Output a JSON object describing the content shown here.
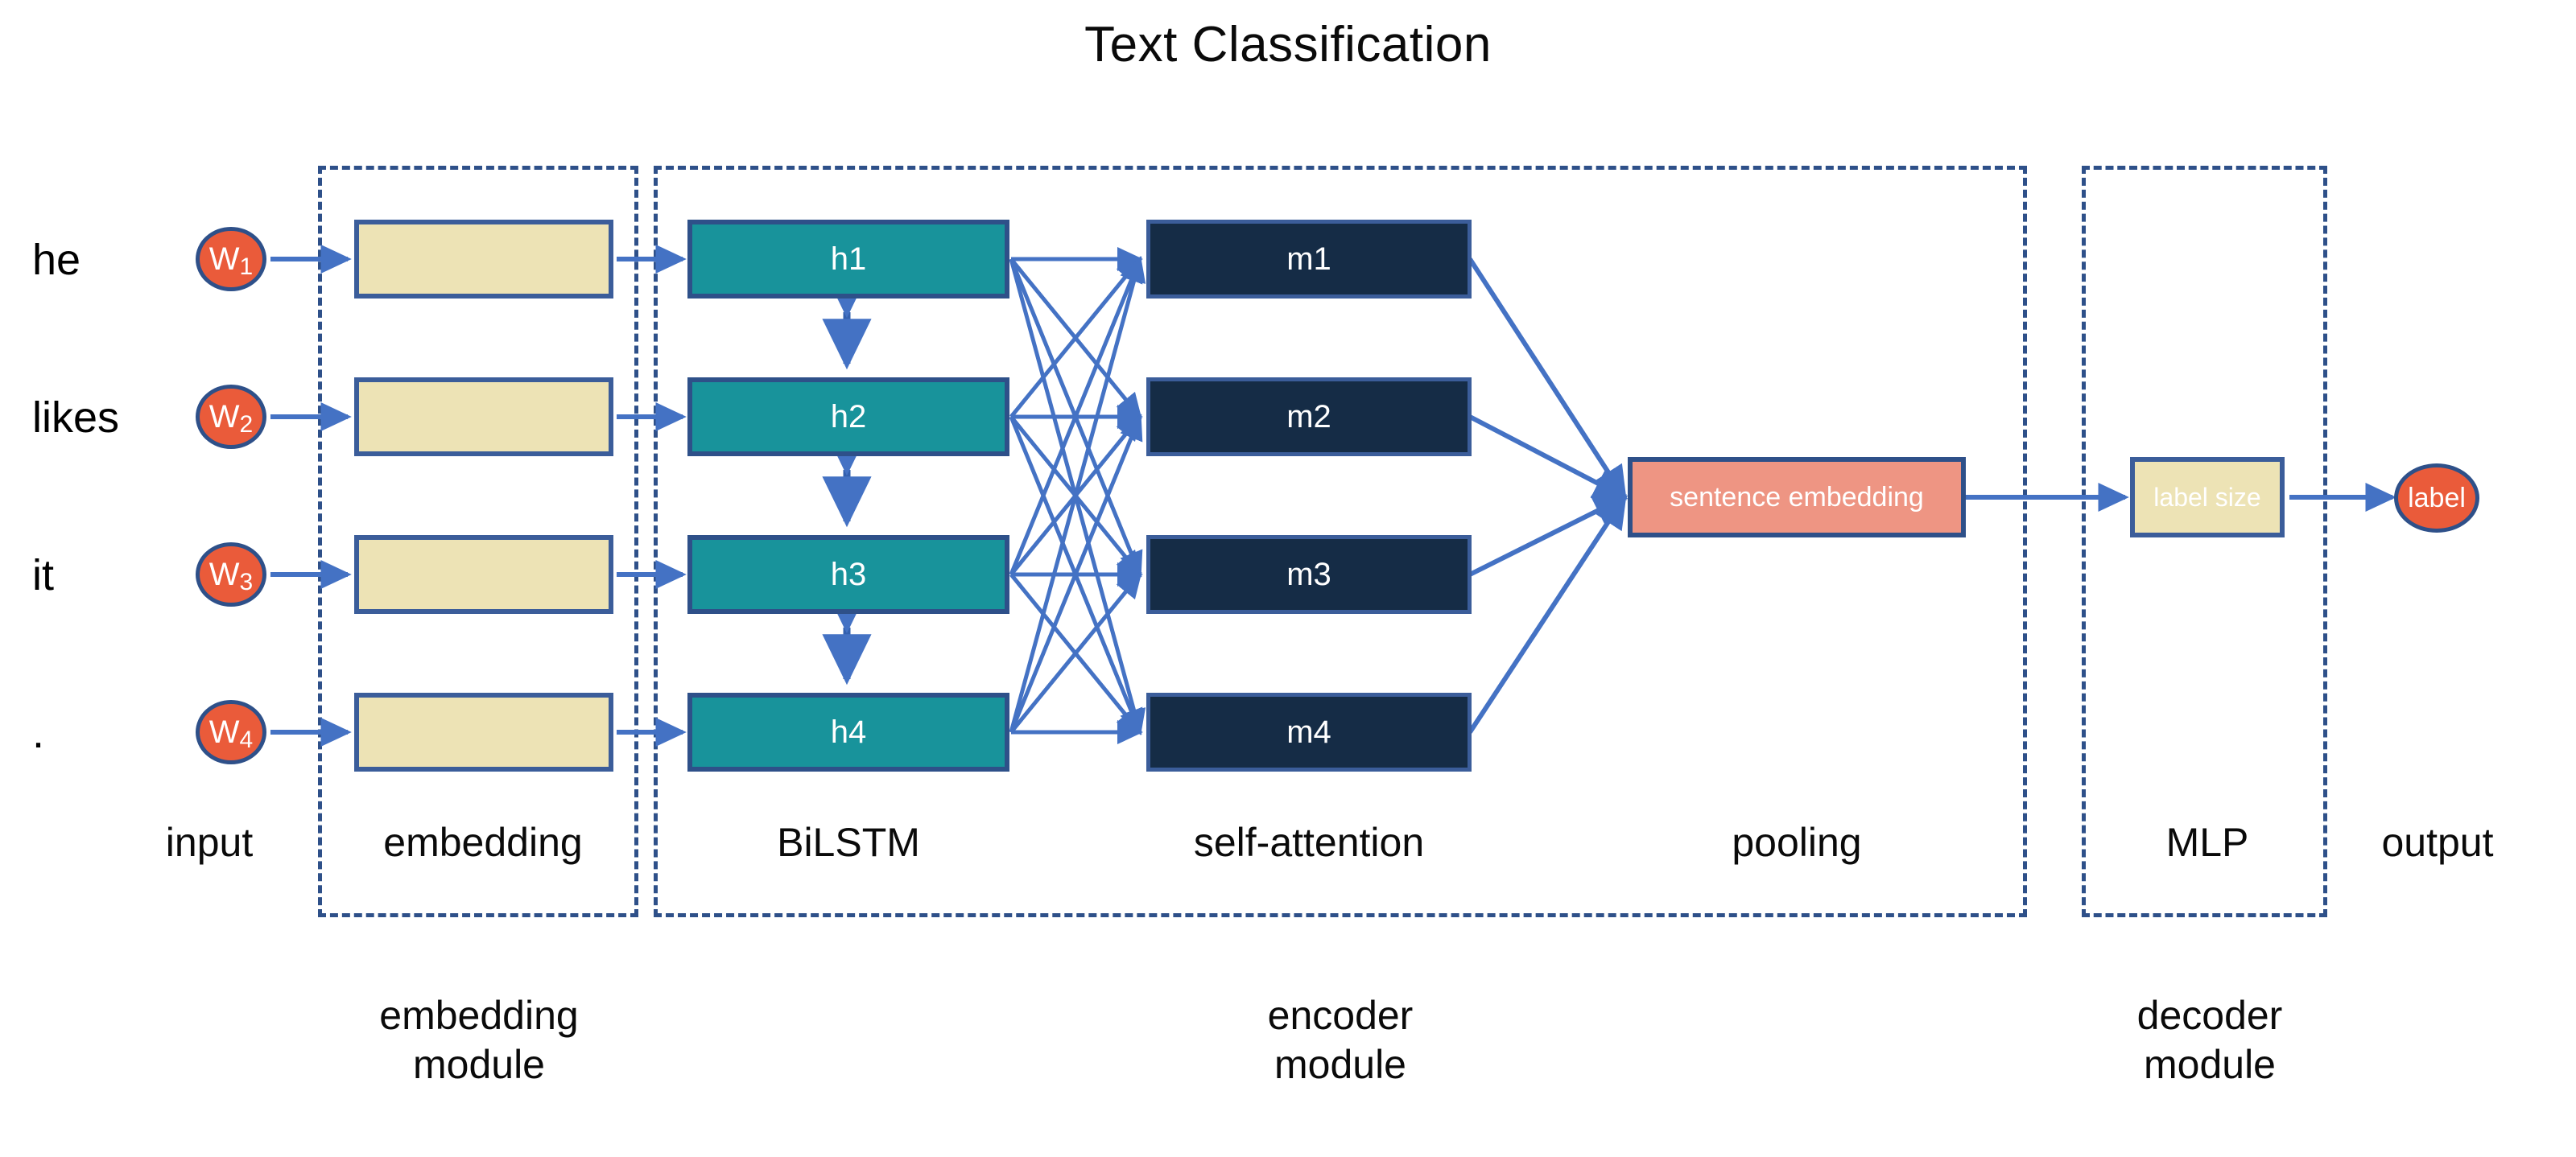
{
  "figure": {
    "title": "Text Classification",
    "domain": "neural-network-architecture-diagram"
  },
  "colors": {
    "word_node_fill": "#EA5B3A",
    "node_border": "#2E5089",
    "embedding_fill": "#EDE3B5",
    "bilstm_fill": "#18939B",
    "attention_fill": "#152C46",
    "pooling_fill": "#EE9583",
    "arrow": "#4472C4",
    "dashed_border": "#2E5089",
    "background": "#FFFFFF",
    "text_on_dark": "#FFFFFF",
    "text_plain": "#000000"
  },
  "input_tokens": [
    {
      "word": "he",
      "node": "W1",
      "node_base": "W",
      "node_sub": "1"
    },
    {
      "word": "likes",
      "node": "W2",
      "node_base": "W",
      "node_sub": "2"
    },
    {
      "word": "it",
      "node": "W3",
      "node_base": "W",
      "node_sub": "3"
    },
    {
      "word": ".",
      "node": "W4",
      "node_base": "W",
      "node_sub": "4"
    }
  ],
  "embedding_boxes": [
    {
      "label": ""
    },
    {
      "label": ""
    },
    {
      "label": ""
    },
    {
      "label": ""
    }
  ],
  "bilstm_units": [
    {
      "label": "h1"
    },
    {
      "label": "h2"
    },
    {
      "label": "h3"
    },
    {
      "label": "h4"
    }
  ],
  "attention_units": [
    {
      "label": "m1"
    },
    {
      "label": "m2"
    },
    {
      "label": "m3"
    },
    {
      "label": "m4"
    }
  ],
  "pooling": {
    "label": "sentence embedding"
  },
  "mlp": {
    "label": "label size"
  },
  "output": {
    "label": "label"
  },
  "stage_labels": [
    {
      "name": "input",
      "text": "input"
    },
    {
      "name": "embedding",
      "text": "embedding"
    },
    {
      "name": "bilstm",
      "text": "BiLSTM"
    },
    {
      "name": "self-attention",
      "text": "self-attention"
    },
    {
      "name": "pooling",
      "text": "pooling"
    },
    {
      "name": "mlp",
      "text": "MLP"
    },
    {
      "name": "output",
      "text": "output"
    }
  ],
  "module_labels": [
    {
      "name": "embedding-module",
      "line1": "embedding",
      "line2": "module"
    },
    {
      "name": "encoder-module",
      "line1": "encoder",
      "line2": "module"
    },
    {
      "name": "decoder-module",
      "line1": "decoder",
      "line2": "module"
    }
  ],
  "connections": {
    "token_to_embedding": "1-to-1 horizontal arrows",
    "embedding_to_bilstm": "1-to-1 horizontal arrows",
    "bilstm_recurrent": "bidirectional vertical arrows between adjacent h units",
    "bilstm_to_attention": "fully connected 4x4 bipartite arrows",
    "attention_to_pooling": "4 arrows converge into sentence embedding",
    "pooling_to_mlp": "single horizontal arrow",
    "mlp_to_output": "single horizontal arrow"
  }
}
